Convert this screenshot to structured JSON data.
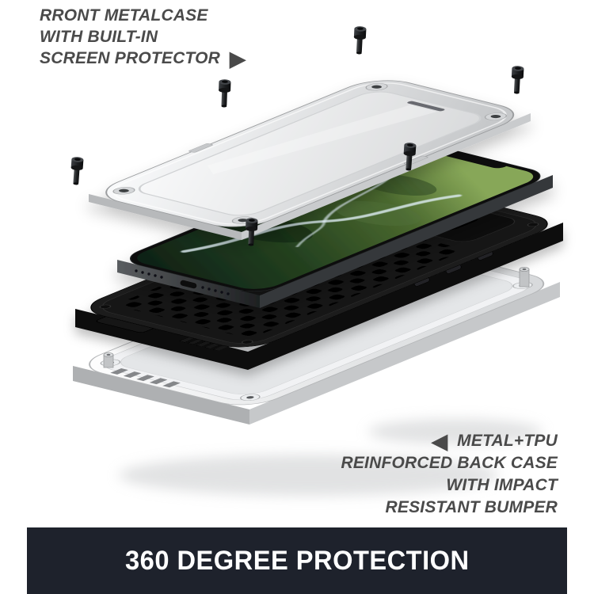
{
  "background_color": "#ffffff",
  "icons": {
    "right_arrow": "▶",
    "left_arrow": "◀"
  },
  "annotations": {
    "top_left": {
      "lines": [
        "RRONT METALCASE",
        "WITH BUILT-IN",
        "SCREEN PROTECTOR"
      ],
      "text_color": "#4a4a4a",
      "arrow_direction": "right"
    },
    "bottom_right": {
      "lines": [
        "METAL+TPU",
        "REINFORCED BACK CASE",
        "WITH IMPACT",
        "RESISTANT BUMPER"
      ],
      "text_color": "#4a4a4a",
      "arrow_direction": "left"
    }
  },
  "banner": {
    "text": "360 DEGREE PROTECTION",
    "background_color": "#1e222c",
    "text_color": "#ffffff"
  },
  "product": {
    "layers": [
      {
        "id": "front-metal-case",
        "label": "Silver front metal case with built-in screen protector",
        "color": "#d7d9db"
      },
      {
        "id": "phone",
        "label": "Phone with dark green landscape wallpaper",
        "color": "#3f5e2c"
      },
      {
        "id": "tpu-inner-case",
        "label": "Black TPU inner case with honeycomb mesh",
        "color": "#1a1a1a"
      },
      {
        "id": "metal-back-case",
        "label": "Silver metal back case",
        "color": "#e9eaec"
      }
    ],
    "floating_screws_visible": 6
  }
}
